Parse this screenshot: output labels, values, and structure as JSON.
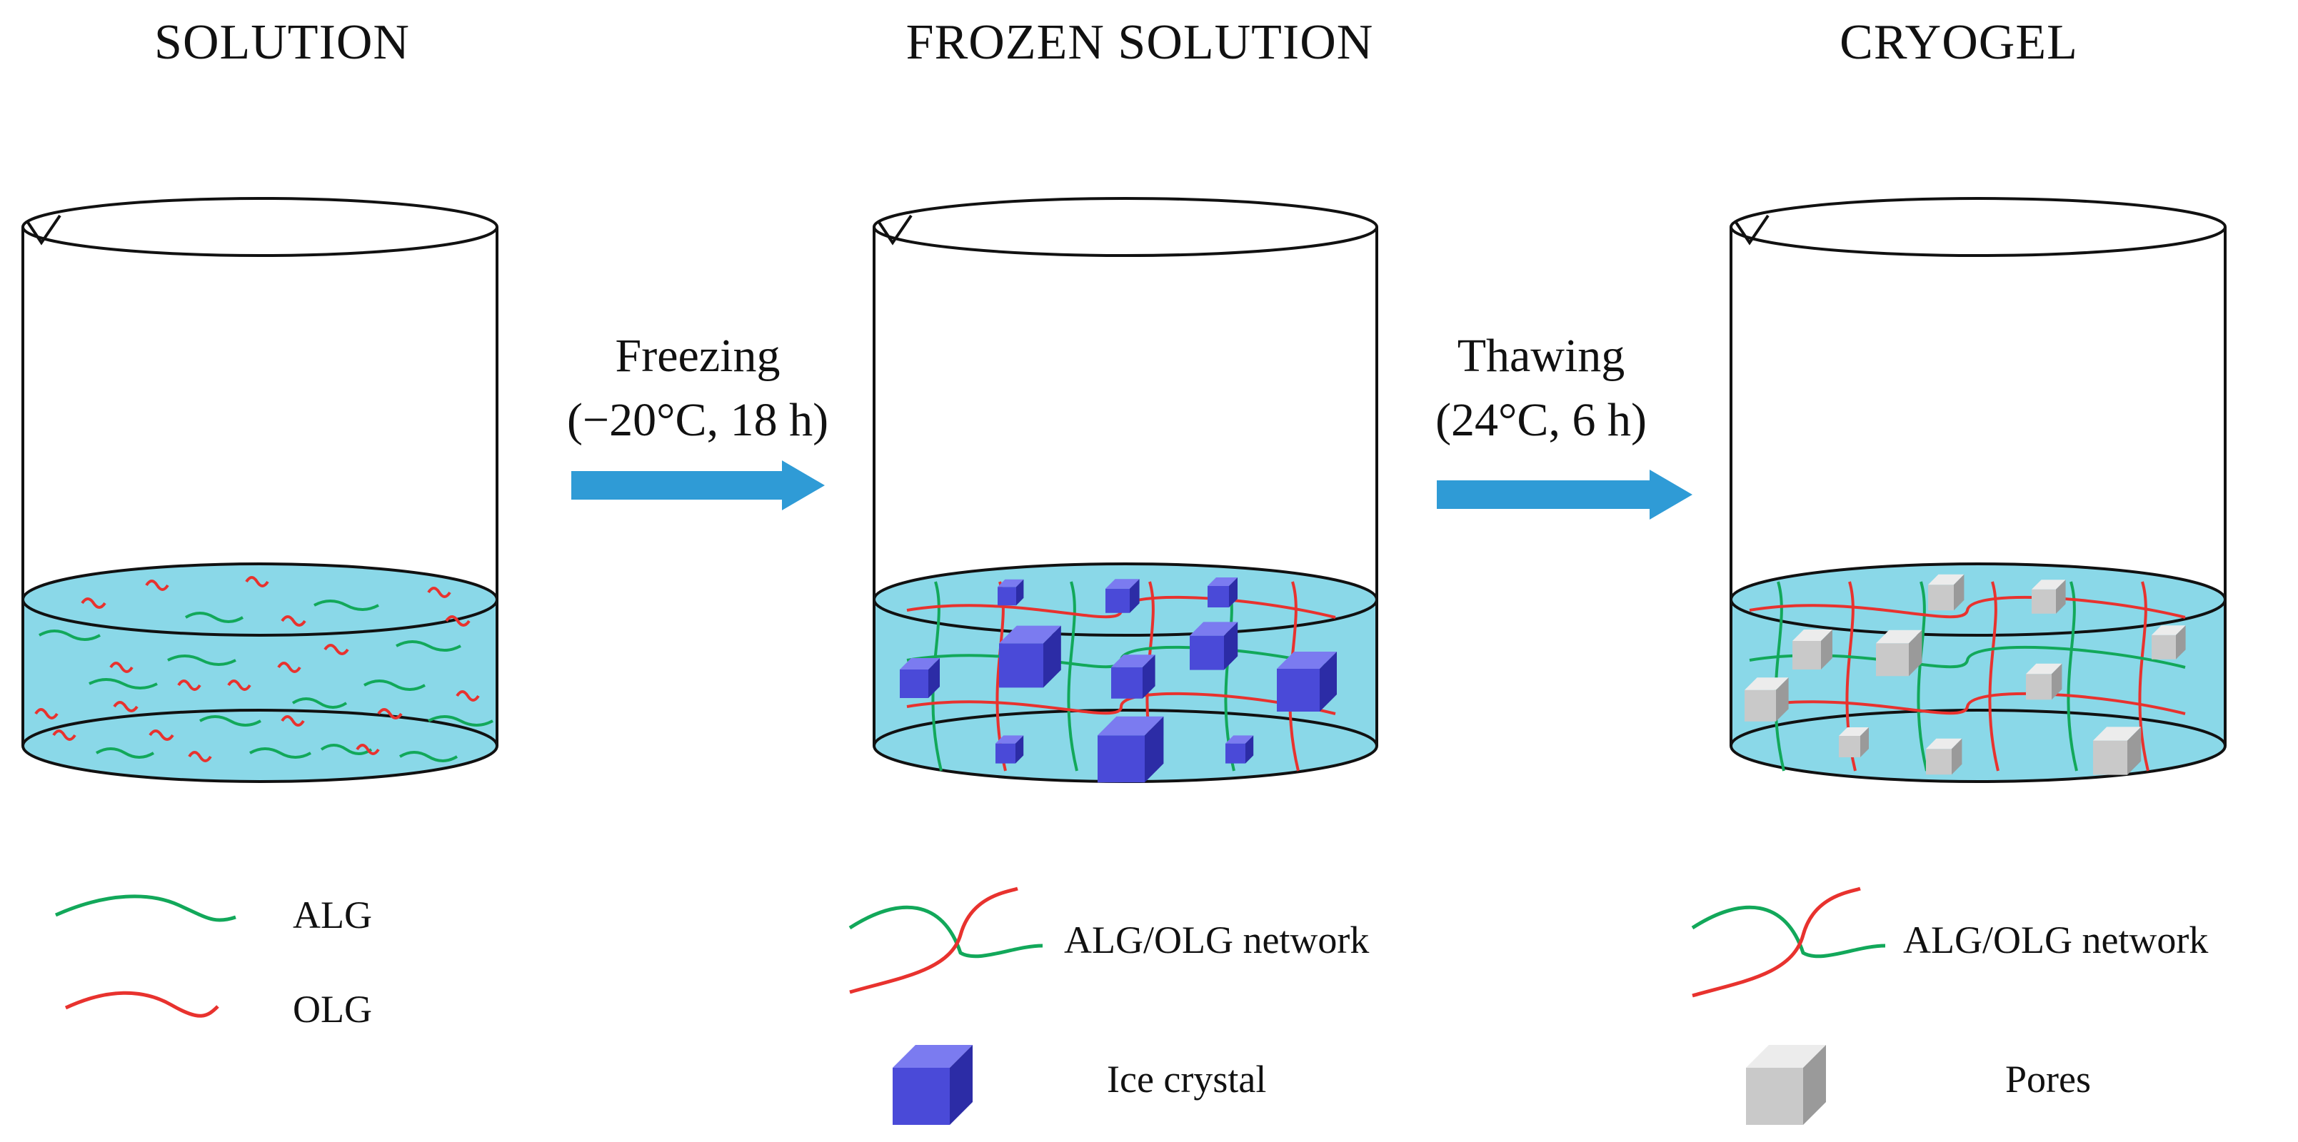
{
  "stages": [
    {
      "title": "SOLUTION"
    },
    {
      "title": "FROZEN SOLUTION"
    },
    {
      "title": "CRYOGEL"
    }
  ],
  "steps": [
    {
      "line1": "Freezing",
      "line2": "(−20°C, 18 h)"
    },
    {
      "line1": "Thawing",
      "line2": "(24°C, 6 h)"
    }
  ],
  "legend": {
    "solution": {
      "alg": "ALG",
      "olg": "OLG"
    },
    "frozen": {
      "network": "ALG/OLG network",
      "crystal": "Ice crystal"
    },
    "cryogel": {
      "network": "ALG/OLG network",
      "pores": "Pores"
    }
  },
  "colors": {
    "liquid": "#8ad8e8",
    "alg": "#12a85a",
    "olg": "#e8322e",
    "arrow": "#2f9bd6",
    "ice_front": "#4a4ad8",
    "ice_top": "#7b7bf0",
    "ice_side": "#2c2ca6",
    "pore_front": "#c9c9c9",
    "pore_top": "#ececec",
    "pore_side": "#9a9a9a"
  },
  "icons": {
    "beaker": "beaker-icon",
    "arrow": "process-arrow-icon",
    "ice": "ice-crystal-icon",
    "pore": "pore-icon"
  }
}
